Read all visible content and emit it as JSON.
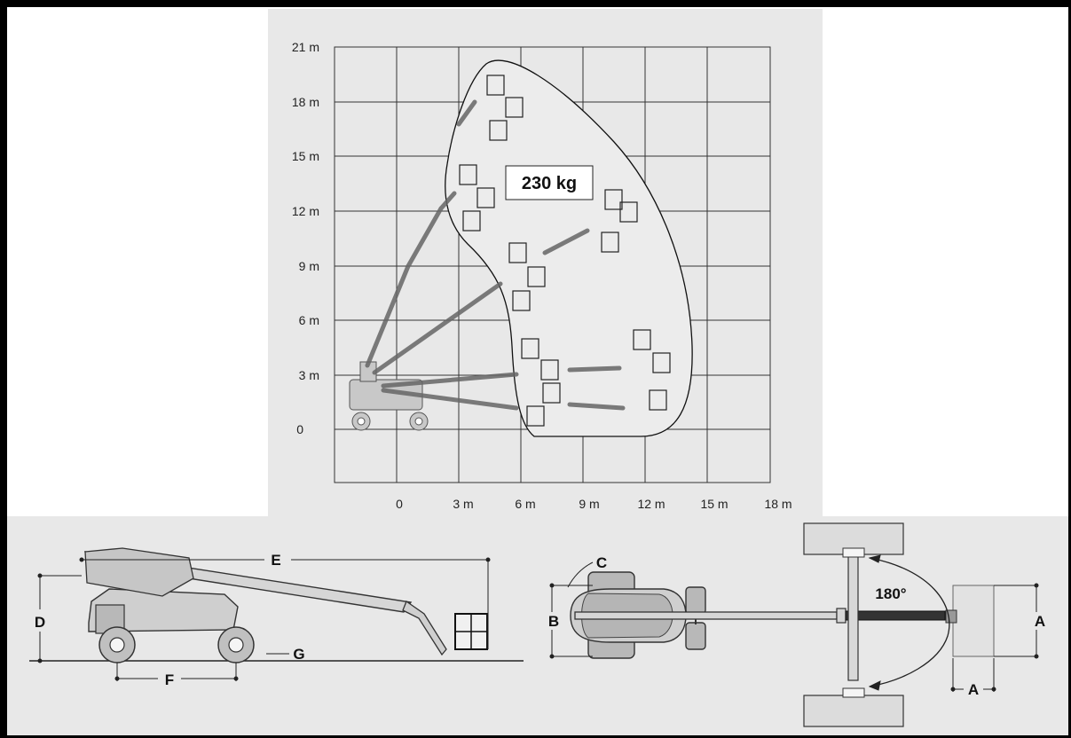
{
  "chart": {
    "y_ticks": [
      "21 m",
      "18 m",
      "15 m",
      "12 m",
      "9 m",
      "6 m",
      "3 m",
      "0"
    ],
    "x_ticks": [
      "0",
      "3 m",
      "6 m",
      "9 m",
      "12 m",
      "15 m",
      "18 m"
    ],
    "load_label": "230 kg"
  },
  "side_view": {
    "dim_e": "E",
    "dim_d": "D",
    "dim_f": "F",
    "dim_g": "G"
  },
  "top_view": {
    "dim_c": "C",
    "dim_b": "B",
    "dim_a_right": "A",
    "dim_a_bottom": "A",
    "rotation": "180°"
  },
  "colors": {
    "panel": "#e8e8e8",
    "boom": "#bcbcbc",
    "outline": "#333333"
  }
}
